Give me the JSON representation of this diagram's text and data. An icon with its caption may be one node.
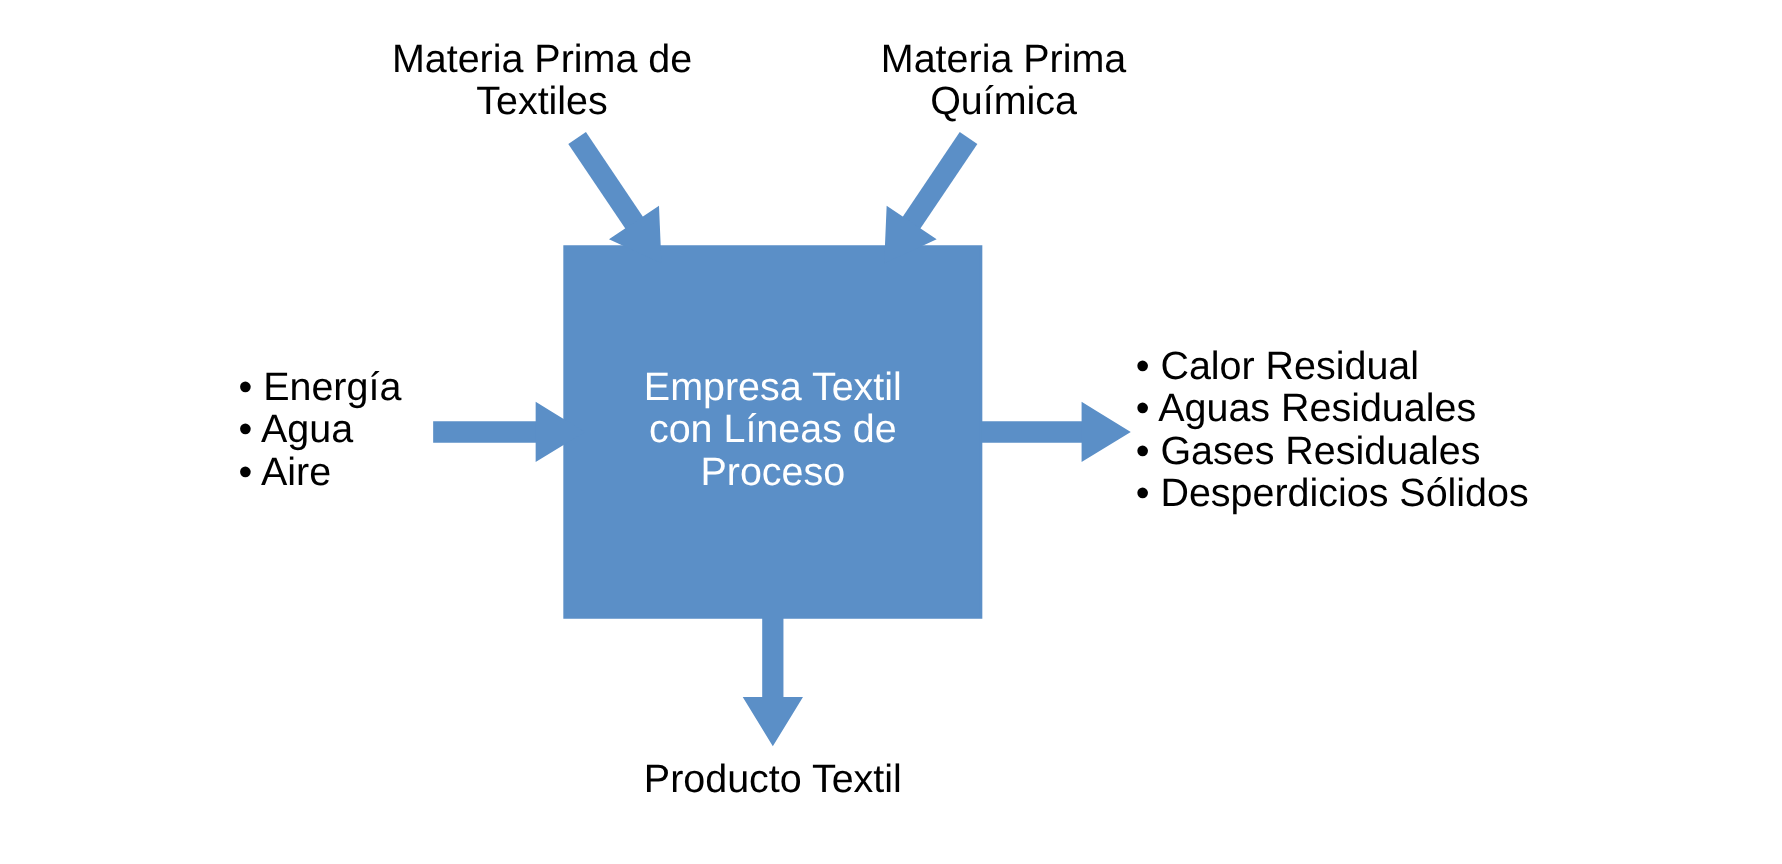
{
  "diagram": {
    "nodes": [
      {
        "text": [
          "Materia Prima de Textiles"
        ]
      },
      {
        "text": [
          "Materia Prima Química"
        ]
      },
      {
        "text": [
          "Empresa Textil con Líneas de Proceso"
        ]
      },
      {
        "text": [
          "• Energía",
          "• Agua",
          "• Aire"
        ]
      },
      {
        "text": [
          "• Calor Residual",
          "• Aguas Residuales",
          "• Gases Residuales",
          "• Desperdicios Sólidos"
        ]
      },
      {
        "text": [
          "Producto Textil"
        ]
      }
    ],
    "edges": [
      {
        "from": 0,
        "to": 2,
        "arrow": "to"
      },
      {
        "from": 1,
        "to": 2,
        "arrow": "to"
      },
      {
        "from": 3,
        "to": 2,
        "arrow": "to"
      },
      {
        "from": 2,
        "to": 4,
        "arrow": "to"
      },
      {
        "from": 2,
        "to": 5,
        "arrow": "to"
      }
    ]
  }
}
